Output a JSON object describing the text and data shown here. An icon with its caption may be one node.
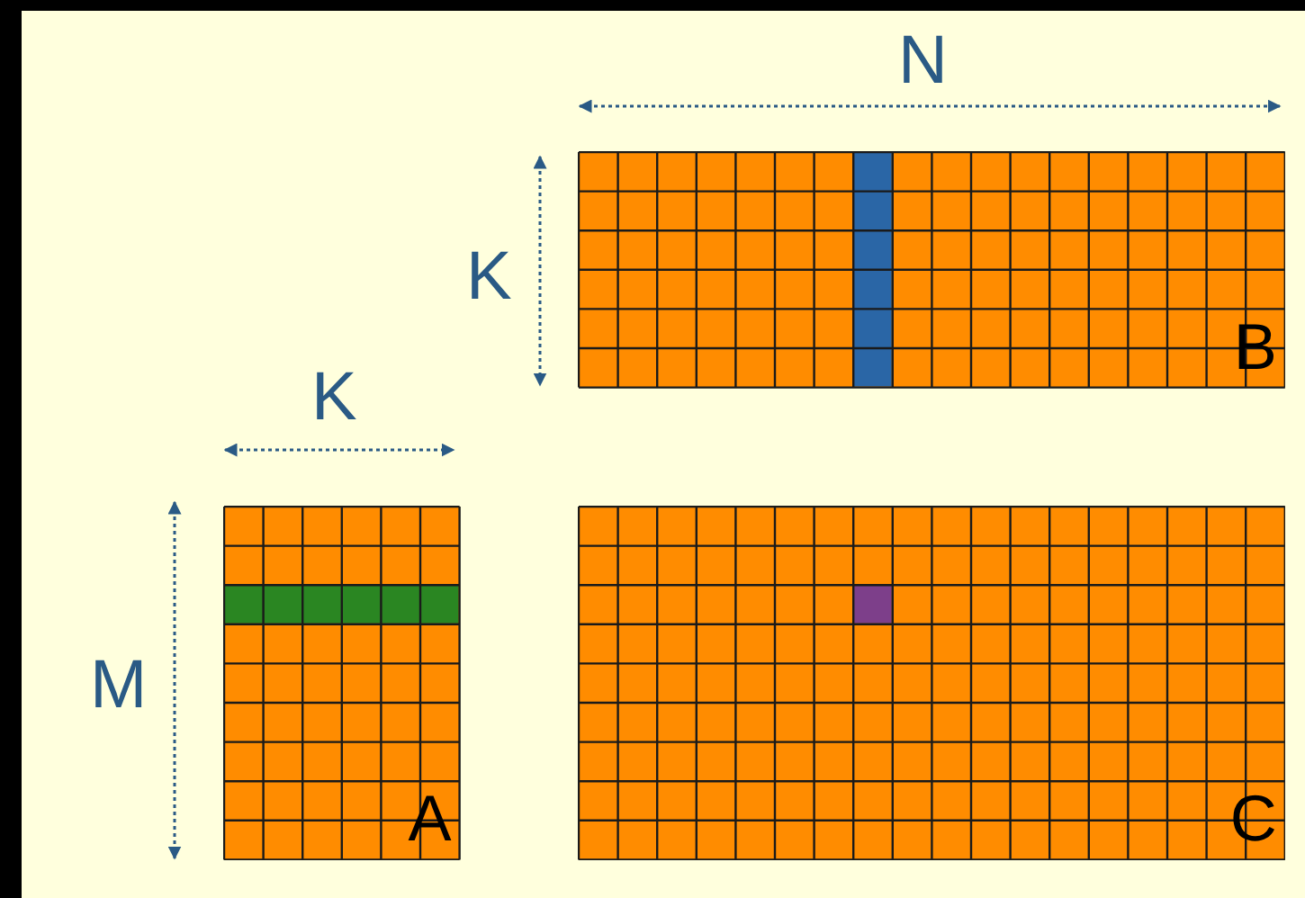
{
  "diagram": {
    "nodes": [
      {
        "text": [
          "B"
        ]
      },
      {
        "text": [
          "A"
        ]
      },
      {
        "text": [
          "C"
        ]
      }
    ],
    "labels": [
      "N",
      "K",
      "K",
      "M"
    ]
  }
}
